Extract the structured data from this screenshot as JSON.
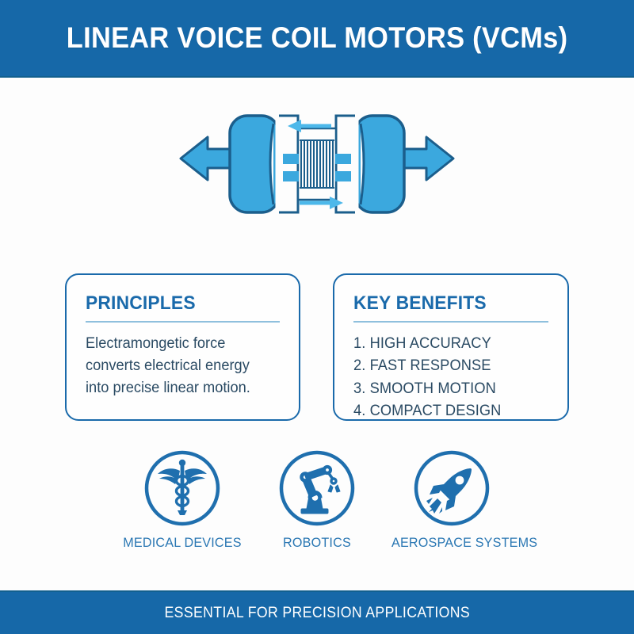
{
  "header": {
    "title": "LINEAR VOICE COIL MOTORS (VCMs)",
    "background_color": "#1668a8",
    "text_color": "#ffffff"
  },
  "diagram": {
    "name": "linear-voice-coil-motor-cross-section",
    "magnet_fill_color": "#3ba8de",
    "outline_color": "#1b5e8c",
    "arrow_fill_color": "#3ba8de",
    "current_arrow_color": "#4db8ea",
    "left_motion_arrow": "left",
    "right_motion_arrow": "right",
    "top_current_arrow": "left",
    "bottom_current_arrow": "right",
    "coil_winding_count": 12
  },
  "cards": [
    {
      "id": "principles",
      "title": "PRINCIPLES",
      "body": "Electramongetic force converts electrical energy into precise linear motion.",
      "border_color": "#1a6aab",
      "title_color": "#1a6aab"
    },
    {
      "id": "benefits",
      "title": "KEY BENEFITS",
      "items": [
        "1. HIGH ACCURACY",
        "2. FAST RESPONSE",
        "3. SMOOTH MOTION",
        "4. COMPACT DESIGN"
      ],
      "border_color": "#1a6aab",
      "title_color": "#1a6aab"
    }
  ],
  "applications": [
    {
      "label": "MEDICAL DEVICES",
      "icon": "caduceus-icon"
    },
    {
      "label": "ROBOTICS",
      "icon": "robot-arm-icon"
    },
    {
      "label": "AEROSPACE SYSTEMS",
      "icon": "rocket-icon"
    }
  ],
  "applications_style": {
    "icon_color": "#1f6fae",
    "label_color": "#2a77b3"
  },
  "footer": {
    "text": "ESSENTIAL FOR PRECISION APPLICATIONS",
    "background_color": "#1668a8",
    "text_color": "#ffffff"
  }
}
